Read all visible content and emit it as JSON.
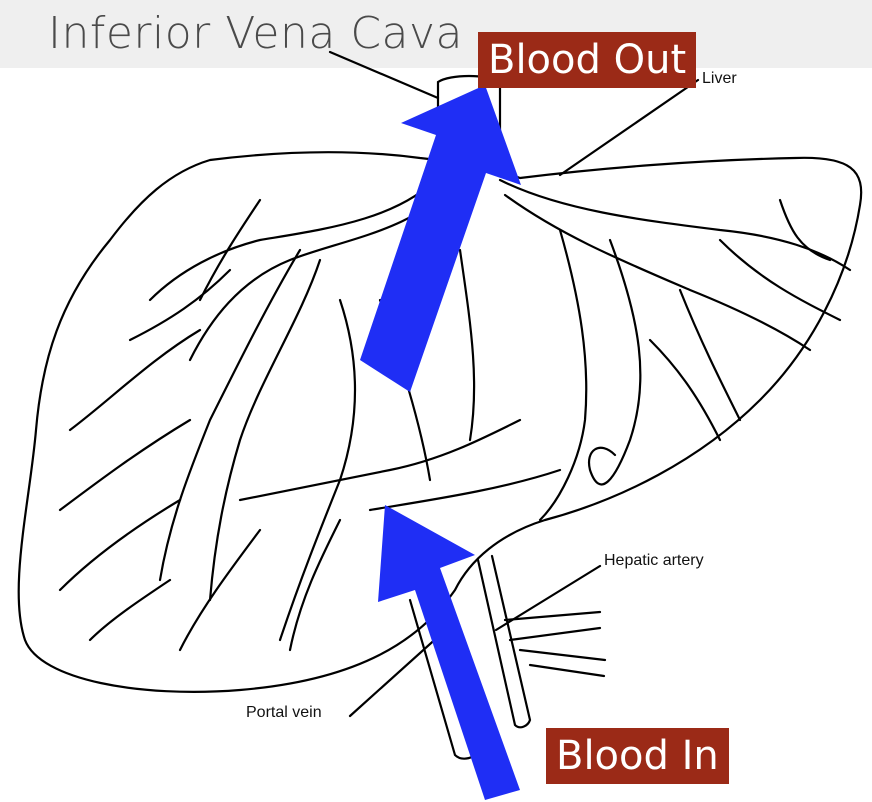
{
  "labels": {
    "vena_cava": "Inferior Vena Cava",
    "blood_out": "Blood Out",
    "blood_in": "Blood In",
    "liver": "Liver",
    "hepatic_artery": "Hepatic artery",
    "portal_vein": "Portal vein"
  },
  "colors": {
    "arrow": "#1f2ef5",
    "label_background": "#9b2a17",
    "label_text": "#ffffff",
    "header_band": "#efefef",
    "line_art": "#000000"
  }
}
